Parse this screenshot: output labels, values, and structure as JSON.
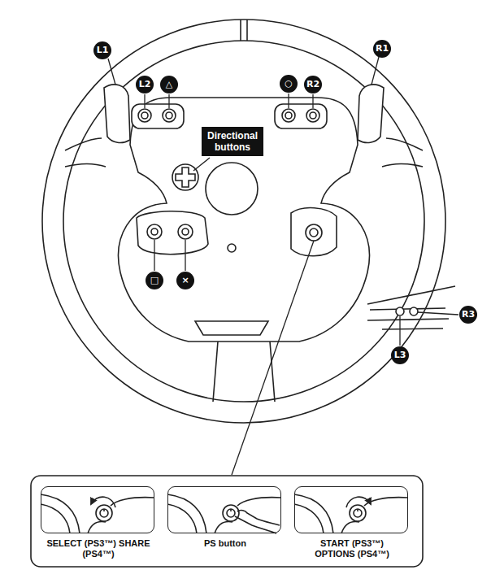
{
  "diagram": {
    "nodes": [
      {
        "text": [
          "Directional buttons"
        ]
      },
      {
        "text": [
          "SELECT (PS3™) SHARE (PS4™)"
        ]
      },
      {
        "text": [
          "PS button"
        ]
      },
      {
        "text": [
          "START (PS3™) OPTIONS (PS4™)"
        ]
      }
    ],
    "labels": [
      "L1",
      "R1",
      "L2",
      "△",
      "○",
      "R2",
      "□",
      "×",
      "R3",
      "L3"
    ]
  }
}
